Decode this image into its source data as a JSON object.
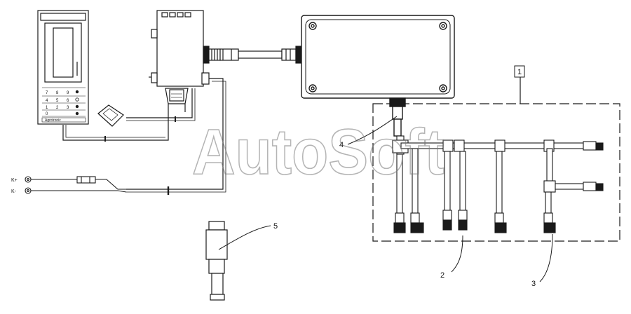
{
  "watermark": "AutoSoft",
  "terminals": {
    "positive": "K+",
    "negative": "K-"
  },
  "callouts": {
    "c1": "1",
    "c2": "2",
    "c3": "3",
    "c4": "4",
    "c5": "5"
  },
  "keypad": {
    "brand": "Agrotronic",
    "keys": [
      "7",
      "8",
      "9",
      "4",
      "5",
      "6",
      "1",
      "2",
      "3",
      "0",
      "",
      ""
    ]
  },
  "colors": {
    "line": "#1a1a1a",
    "fill": "#ffffff",
    "dark": "#1a1a1a",
    "watermark": "#777777"
  }
}
